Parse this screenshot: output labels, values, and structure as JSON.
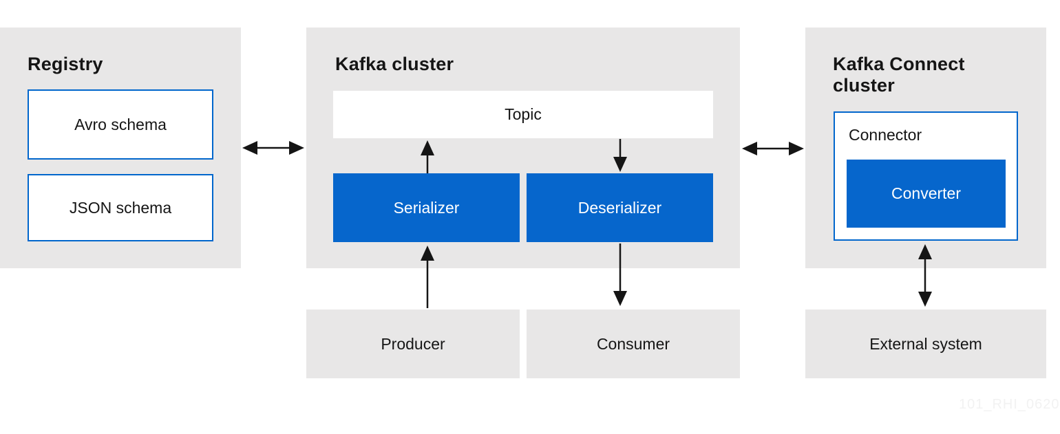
{
  "registry": {
    "title": "Registry",
    "avro_label": "Avro schema",
    "json_label": "JSON schema"
  },
  "kafka_cluster": {
    "title": "Kafka cluster",
    "topic_label": "Topic",
    "serializer_label": "Serializer",
    "deserializer_label": "Deserializer"
  },
  "kafka_connect_cluster": {
    "title": "Kafka Connect cluster",
    "connector_label": "Connector",
    "converter_label": "Converter"
  },
  "clients": {
    "producer_label": "Producer",
    "consumer_label": "Consumer",
    "external_system_label": "External system"
  },
  "arrows": {
    "registry_kafka": "bidirectional-horizontal",
    "kafka_connect": "bidirectional-horizontal",
    "serializer_to_topic": "up",
    "topic_to_deserializer": "down",
    "producer_to_serializer": "up",
    "deserializer_to_consumer": "down",
    "connector_external": "bidirectional-vertical"
  },
  "watermark": "101_RHI_0620",
  "colors": {
    "accent_blue": "#0666cc",
    "border_blue": "#0066cc",
    "panel_gray": "#e8e7e7",
    "text_dark": "#151515",
    "watermark_gray": "#f2f2f2",
    "background": "#ffffff"
  }
}
